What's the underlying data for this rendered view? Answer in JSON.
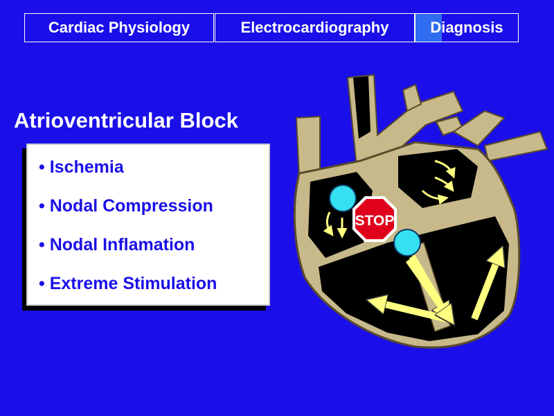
{
  "tabs": [
    {
      "label": "Cardiac Physiology"
    },
    {
      "label": "Electrocardiography"
    },
    {
      "label": "Diagnosis"
    }
  ],
  "heading": "Atrioventricular Block",
  "causes": [
    "Ischemia",
    "Nodal Compression",
    "Nodal Inflamation",
    "Extreme Stimulation"
  ],
  "bullet": "•",
  "diagram": {
    "stop_sign_text": "STOP",
    "colors": {
      "background": "#1a0fe8",
      "heart_wall": "#c8b98a",
      "chamber": "#000000",
      "node": "#35e0f0",
      "stop_sign": "#e0001c",
      "conduction_arrow": "#ffff80"
    }
  }
}
